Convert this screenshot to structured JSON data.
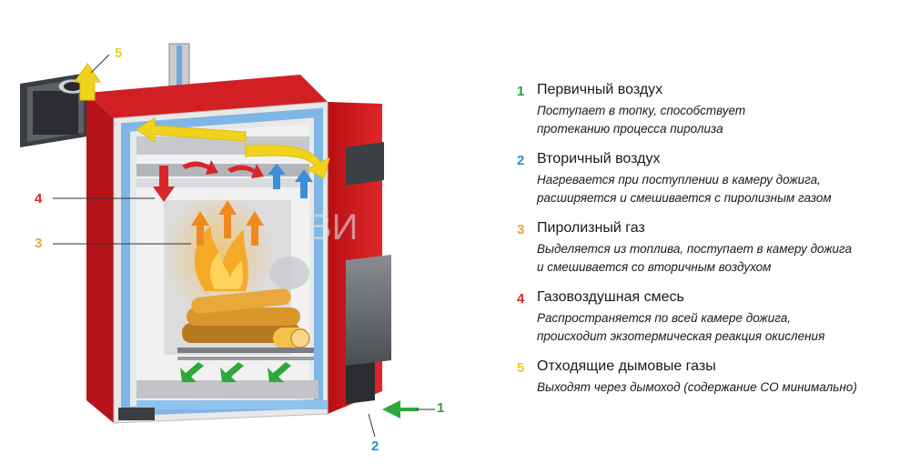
{
  "legend": {
    "items": [
      {
        "number": "1",
        "title": "Первичный воздух",
        "line1": "Поступает в топку, способствует",
        "line2": "протеканию процесса пиролиза",
        "color": "#2e9e3a"
      },
      {
        "number": "2",
        "title": "Вторичный воздух",
        "line1": "Нагревается при поступлении в камеру дожига,",
        "line2": "расширяется и смешивается с пиролизным газом",
        "color": "#2f8fd0"
      },
      {
        "number": "3",
        "title": "Пиролизный газ",
        "line1": "Выделяется из топлива, поступает в камеру дожига",
        "line2": "и смешивается со вторичным воздухом",
        "color": "#e8a33a"
      },
      {
        "number": "4",
        "title": "Газовоздушная смесь",
        "line1": "Распространяется по всей камере дожига,",
        "line2": "происходит экзотермическая реакция окисления",
        "color": "#d42a2a"
      },
      {
        "number": "5",
        "title": "Отходящие дымовые газы",
        "line1": "Выходят через дымоход (содержание CO минимально)",
        "line2": "",
        "color": "#e6d21e"
      }
    ]
  },
  "callouts": {
    "n1": "1",
    "n2": "2",
    "n3": "3",
    "n4": "4",
    "n5": "5"
  },
  "watermark": "ВИ"
}
